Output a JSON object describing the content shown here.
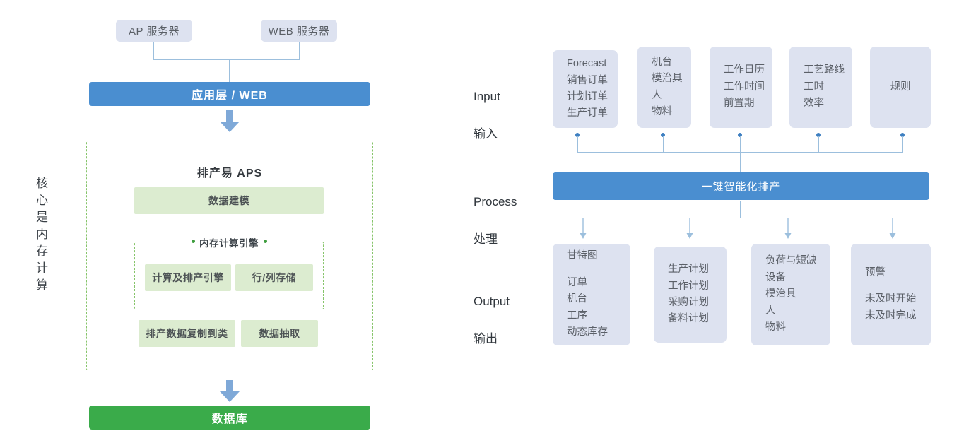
{
  "colors": {
    "light_blue_fill": "#dde2f0",
    "solid_blue": "#4a8ed0",
    "solid_green": "#3aab4a",
    "light_green_fill": "#dcecd0",
    "dashed_green": "#86c46a",
    "connector_blue": "#9cbfdd",
    "dot_blue": "#3d7fc1"
  },
  "left_panel": {
    "vertical_caption": "核心是内存计算",
    "servers": [
      {
        "label": "AP 服务器",
        "icon": "server-icon"
      },
      {
        "label": "WEB 服务器",
        "icon": "server-icon"
      }
    ],
    "app_layer": {
      "label": "应用层 / WEB"
    },
    "arrow_down_icon": "arrow-down-icon",
    "aps": {
      "title": "排产易 APS",
      "data_modeling": "数据建模",
      "engine_group": {
        "title": "内存计算引擎",
        "items": [
          "计算及排产引擎",
          "行/列存储"
        ]
      },
      "bottom_items": [
        "排产数据复制到类",
        "数据抽取"
      ]
    },
    "database": {
      "label": "数据库"
    }
  },
  "right_panel": {
    "rows": [
      {
        "key": "input",
        "en": "Input",
        "zh": "输入"
      },
      {
        "key": "process",
        "en": "Process",
        "zh": "处理"
      },
      {
        "key": "output",
        "en": "Output",
        "zh": "输出"
      }
    ],
    "input_boxes": [
      {
        "id": "orders",
        "align": "left",
        "lines": [
          "Forecast",
          "销售订单",
          "计划订单",
          "生产订单"
        ]
      },
      {
        "id": "resources",
        "align": "left",
        "lines": [
          "机台",
          "模治具",
          "人",
          "物料"
        ]
      },
      {
        "id": "calendar",
        "align": "left",
        "lines": [
          "工作日历",
          "工作时间",
          "前置期"
        ]
      },
      {
        "id": "routing",
        "align": "left",
        "lines": [
          "工艺路线",
          "工时",
          "效率"
        ]
      },
      {
        "id": "rules",
        "align": "center",
        "lines": [
          "规则"
        ]
      }
    ],
    "process_box": {
      "label": "一键智能化排产"
    },
    "output_boxes": [
      {
        "id": "gantt",
        "lines": [
          "甘特图",
          "",
          "订单",
          "机台",
          "工序",
          "动态库存"
        ]
      },
      {
        "id": "plans",
        "lines": [
          "生产计划",
          "工作计划",
          "采购计划",
          "备料计划"
        ]
      },
      {
        "id": "load",
        "lines": [
          "负荷与短缺",
          "设备",
          "模治具",
          "人",
          "物料"
        ]
      },
      {
        "id": "alerts",
        "lines": [
          "预警",
          "",
          "未及时开始",
          "未及时完成"
        ]
      }
    ]
  }
}
